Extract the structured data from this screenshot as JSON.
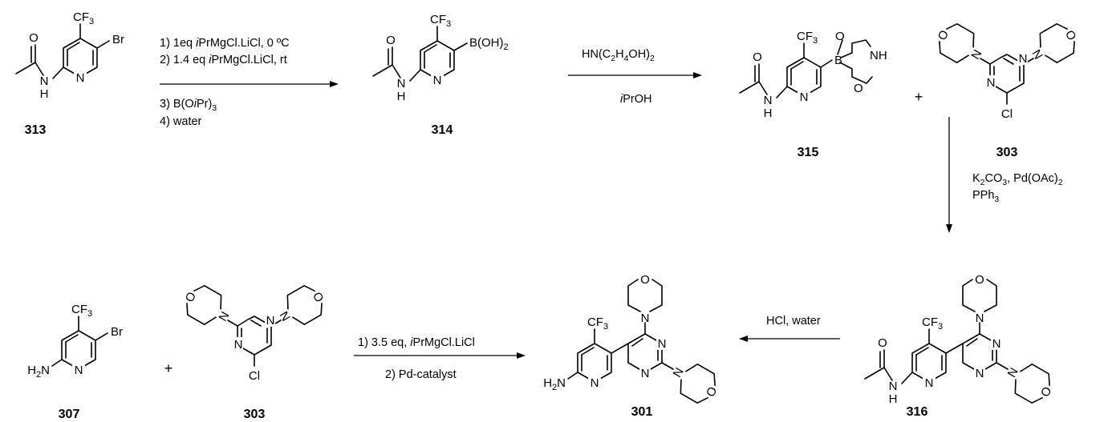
{
  "compounds": {
    "c313": {
      "label": "313"
    },
    "c314": {
      "label": "314"
    },
    "c315": {
      "label": "315"
    },
    "c303a": {
      "label": "303"
    },
    "c316": {
      "label": "316"
    },
    "c307": {
      "label": "307"
    },
    "c303b": {
      "label": "303"
    },
    "c301": {
      "label": "301"
    }
  },
  "steps": {
    "s1": {
      "line1": {
        "pre": "1) 1eq ",
        "it": "i",
        "post": "PrMgCl.LiCl, 0 ºC"
      },
      "line2": {
        "pre": "2) 1.4 eq ",
        "it": "i",
        "post": "PrMgCl.LiCl, rt"
      },
      "line3": {
        "pre": "3) B(O",
        "it": "i",
        "post": "Pr)",
        "sub": "3"
      },
      "line4": "4) water"
    },
    "s2": {
      "top": {
        "a": "HN(C",
        "s1": "2",
        "b": "H",
        "s2": "4",
        "c": "OH)",
        "s3": "2"
      },
      "bottom": {
        "it": "i",
        "post": "PrOH"
      }
    },
    "s3": {
      "line1": {
        "a": "K",
        "s1": "2",
        "b": "CO",
        "s2": "3",
        "c": ", Pd(OAc)",
        "s3": "2"
      },
      "line2": {
        "a": "PPh",
        "s1": "3"
      }
    },
    "s4": "HCl, water",
    "s5": {
      "line1": {
        "pre": "1) 3.5 eq, ",
        "it": "i",
        "post": "PrMgCl.LiCl"
      },
      "line2": "2) Pd-catalyst"
    }
  },
  "atoms": {
    "O": "O",
    "N": "N",
    "H": "H",
    "Br": "Br",
    "Cl": "Cl",
    "B": "B",
    "NH": "NH",
    "BOH2": "B(OH)",
    "two": "2",
    "CF": "CF",
    "three": "3",
    "H2N_a": "H",
    "H2N_b": "2",
    "H2N_c": "N"
  },
  "plus": "+"
}
